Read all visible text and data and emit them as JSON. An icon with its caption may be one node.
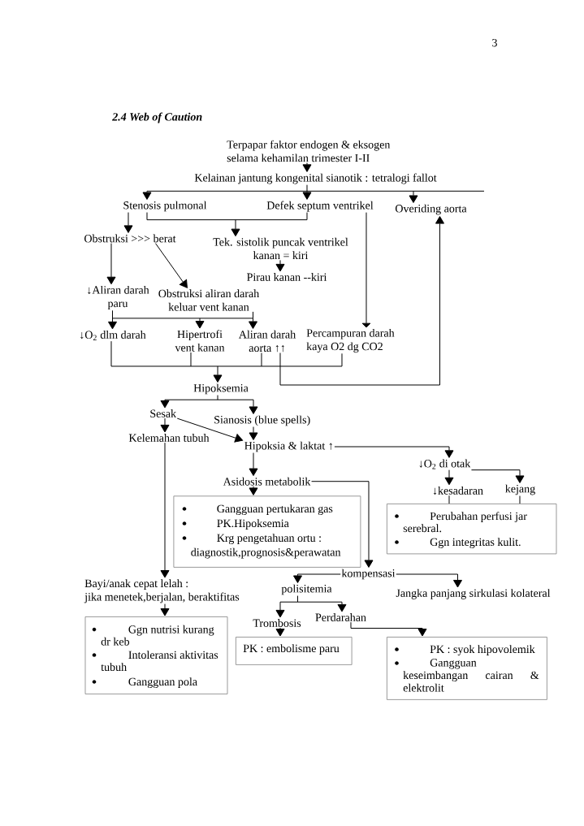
{
  "diagram": {
    "title": "2.4 Web of Caution",
    "nodes": [
      {
        "text": [
          "Terpapar faktor endogen & eksogen selama kehamilan trimester I-II"
        ]
      },
      {
        "text": [
          "Kelainan jantung kongenital sianotik : tetralogi fallot"
        ]
      },
      {
        "text": [
          "Stenosis pulmonal"
        ]
      },
      {
        "text": [
          "Defek septum ventrikel"
        ]
      },
      {
        "text": [
          "Overiding aorta"
        ]
      },
      {
        "text": [
          "Obstruksi >>> berat"
        ]
      },
      {
        "text": [
          "Tek. sistolik puncak ventrikel kanan = kiri"
        ]
      },
      {
        "text": [
          "Pirau kanan --kiri"
        ]
      },
      {
        "text": [
          "↓Aliran darah paru"
        ]
      },
      {
        "text": [
          "Obstruksi aliran darah keluar vent kanan"
        ]
      },
      {
        "text": [
          "↓O$_{2}$ dlm darah"
        ]
      },
      {
        "text": [
          "Hipertrofi vent kanan"
        ]
      },
      {
        "text": [
          "Aliran darah aorta ↑↑"
        ]
      },
      {
        "text": [
          "Percampuran darah kaya O2 dg CO2"
        ]
      },
      {
        "text": [
          "Hipoksemia"
        ]
      },
      {
        "text": [
          "Sesak"
        ]
      },
      {
        "text": [
          "Sianosis (blue spells)"
        ]
      },
      {
        "text": [
          "Kelemahan tubuh"
        ]
      },
      {
        "text": [
          "Hipoksia & laktat ↑"
        ]
      },
      {
        "text": [
          "↓O$_{2}$ di otak"
        ]
      },
      {
        "text": [
          "Asidosis metabolik"
        ]
      },
      {
        "text": [
          "↓kesadaran"
        ]
      },
      {
        "text": [
          "kejang"
        ]
      },
      {
        "text": [
          "Gangguan pertukaran gas",
          "PK.Hipoksemia",
          "Krg pengetahuan ortu : diagnostik,prognosis&perawatan"
        ]
      },
      {
        "text": [
          "Perubahan perfusi jar serebral.",
          "Ggn integritas kulit."
        ]
      },
      {
        "text": [
          "kompensasi"
        ]
      },
      {
        "text": [
          "Bayi/anak cepat lelah : jika menetek,berjalan, beraktifitas"
        ]
      },
      {
        "text": [
          "polisitemia"
        ]
      },
      {
        "text": [
          "Jangka panjang sirkulasi kolateral"
        ]
      },
      {
        "text": [
          "Perdarahan"
        ]
      },
      {
        "text": [
          "Trombosis"
        ]
      },
      {
        "text": [
          "Ggn nutrisi kurang dr keb",
          "Intoleransi aktivitas tubuh",
          "Gangguan pola"
        ]
      },
      {
        "text": [
          "PK : embolisme paru"
        ]
      },
      {
        "text": [
          "PK : syok hipovolemik",
          "Gangguan keseimbangan cairan & elektrolit"
        ]
      }
    ],
    "edges": [
      {
        "from": 0,
        "to": 1,
        "arrow": "to"
      },
      {
        "from": 1,
        "to": 2,
        "arrow": "to"
      },
      {
        "from": 1,
        "to": 3,
        "arrow": "to"
      },
      {
        "from": 1,
        "to": 4,
        "arrow": "to"
      },
      {
        "from": 2,
        "to": 5,
        "arrow": "to"
      },
      {
        "from": 2,
        "to": 6,
        "arrow": "to"
      },
      {
        "from": 3,
        "to": 6,
        "arrow": "to"
      },
      {
        "from": 3,
        "to": 13,
        "arrow": "to"
      },
      {
        "from": 6,
        "to": 7,
        "arrow": "to"
      },
      {
        "from": 5,
        "to": 8,
        "arrow": "to"
      },
      {
        "from": 5,
        "to": 9,
        "arrow": "to"
      },
      {
        "from": 8,
        "to": 10,
        "arrow": "to"
      },
      {
        "from": 9,
        "to": 10,
        "arrow": "to"
      },
      {
        "from": 9,
        "to": 11,
        "arrow": "to"
      },
      {
        "from": 9,
        "to": 12,
        "arrow": "to"
      },
      {
        "from": 10,
        "to": 14,
        "arrow": "to"
      },
      {
        "from": 11,
        "to": 14,
        "arrow": "to"
      },
      {
        "from": 12,
        "to": 14,
        "arrow": "to"
      },
      {
        "from": 13,
        "to": 14,
        "arrow": "to"
      },
      {
        "from": 12,
        "to": 4,
        "arrow": "to"
      },
      {
        "from": 14,
        "to": 15,
        "arrow": "to"
      },
      {
        "from": 14,
        "to": 16,
        "arrow": "to"
      },
      {
        "from": 15,
        "to": 17,
        "arrow": "to"
      },
      {
        "from": 15,
        "to": 18,
        "arrow": "to"
      },
      {
        "from": 16,
        "to": 18,
        "arrow": "to"
      },
      {
        "from": 18,
        "to": 19,
        "arrow": "to"
      },
      {
        "from": 18,
        "to": 20,
        "arrow": "to"
      },
      {
        "from": 19,
        "to": 21,
        "arrow": "to"
      },
      {
        "from": 19,
        "to": 22,
        "arrow": "to"
      },
      {
        "from": 20,
        "to": 23,
        "arrow": "to"
      },
      {
        "from": 20,
        "to": 25,
        "arrow": "to"
      },
      {
        "from": 21,
        "to": 24,
        "arrow": "none"
      },
      {
        "from": 22,
        "to": 24,
        "arrow": "none"
      },
      {
        "from": 17,
        "to": 26,
        "arrow": "to"
      },
      {
        "from": 25,
        "to": 27,
        "arrow": "to"
      },
      {
        "from": 25,
        "to": 28,
        "arrow": "to"
      },
      {
        "from": 27,
        "to": 30,
        "arrow": "to"
      },
      {
        "from": 27,
        "to": 29,
        "arrow": "to"
      },
      {
        "from": 30,
        "to": 32,
        "arrow": "to"
      },
      {
        "from": 29,
        "to": 33,
        "arrow": "to"
      },
      {
        "from": 26,
        "to": 31,
        "arrow": "to"
      }
    ],
    "labels": [
      "3"
    ]
  }
}
